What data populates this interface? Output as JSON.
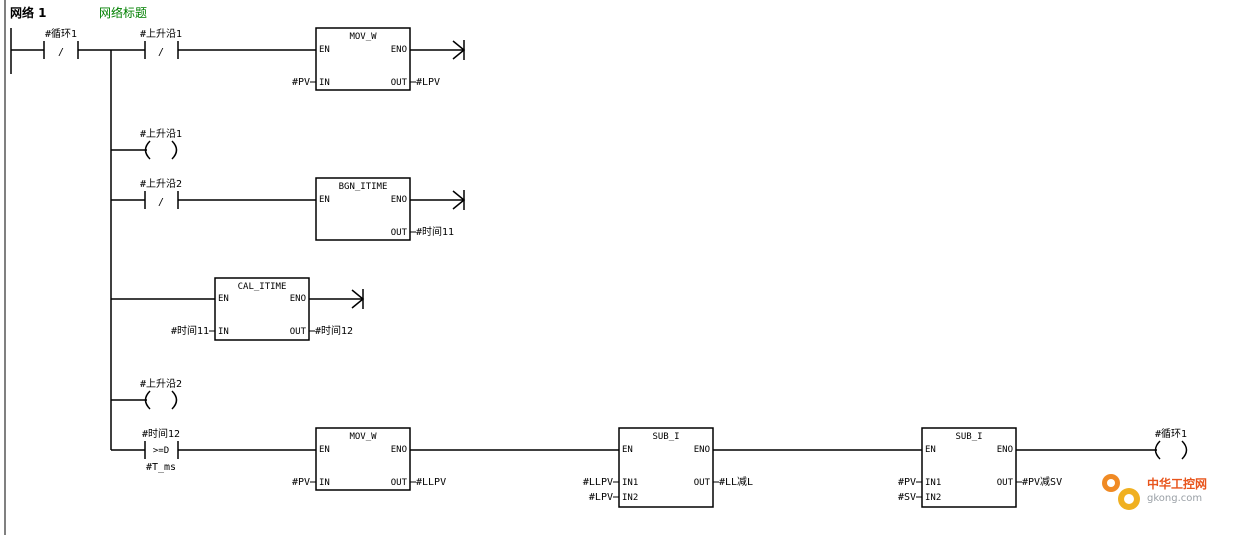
{
  "network": {
    "label": "网络  1",
    "title": "网络标题"
  },
  "contacts": [
    {
      "id": "c1",
      "name": "#循环1",
      "symbol": "/"
    },
    {
      "id": "c2",
      "name": "#上升沿1",
      "symbol": "/"
    },
    {
      "id": "c3",
      "name": "#上升沿2",
      "symbol": "/"
    },
    {
      "id": "c4",
      "name": "#时间12",
      "symbol": ">=D",
      "operand2": "#T_ms"
    }
  ],
  "coils": [
    {
      "id": "k1",
      "name": "#上升沿1"
    },
    {
      "id": "k2",
      "name": "#上升沿2"
    },
    {
      "id": "k3",
      "name": "#循环1"
    }
  ],
  "blocks": {
    "mov1": {
      "title": "MOV_W",
      "en": "EN",
      "eno": "ENO",
      "in": "IN",
      "out": "OUT",
      "in_var": "#PV",
      "out_var": "#LPV"
    },
    "bgn": {
      "title": "BGN_ITIME",
      "en": "EN",
      "eno": "ENO",
      "out": "OUT",
      "out_var": "#时间11"
    },
    "cal": {
      "title": "CAL_ITIME",
      "en": "EN",
      "eno": "ENO",
      "in": "IN",
      "out": "OUT",
      "in_var": "#时间11",
      "out_var": "#时间12"
    },
    "mov2": {
      "title": "MOV_W",
      "en": "EN",
      "eno": "ENO",
      "in": "IN",
      "out": "OUT",
      "in_var": "#PV",
      "out_var": "#LLPV"
    },
    "sub1": {
      "title": "SUB_I",
      "en": "EN",
      "eno": "ENO",
      "in1": "IN1",
      "in2": "IN2",
      "out": "OUT",
      "in1_var": "#LLPV",
      "in2_var": "#LPV",
      "out_var": "#LL减L"
    },
    "sub2": {
      "title": "SUB_I",
      "en": "EN",
      "eno": "ENO",
      "in1": "IN1",
      "in2": "IN2",
      "out": "OUT",
      "in1_var": "#PV",
      "in2_var": "#SV",
      "out_var": "#PV减SV"
    }
  },
  "watermark": {
    "text": "中华工控网",
    "url": "gkong.com"
  },
  "colors": {
    "title": "#008000",
    "ink": "#000000",
    "watermark": "#e8551c"
  }
}
